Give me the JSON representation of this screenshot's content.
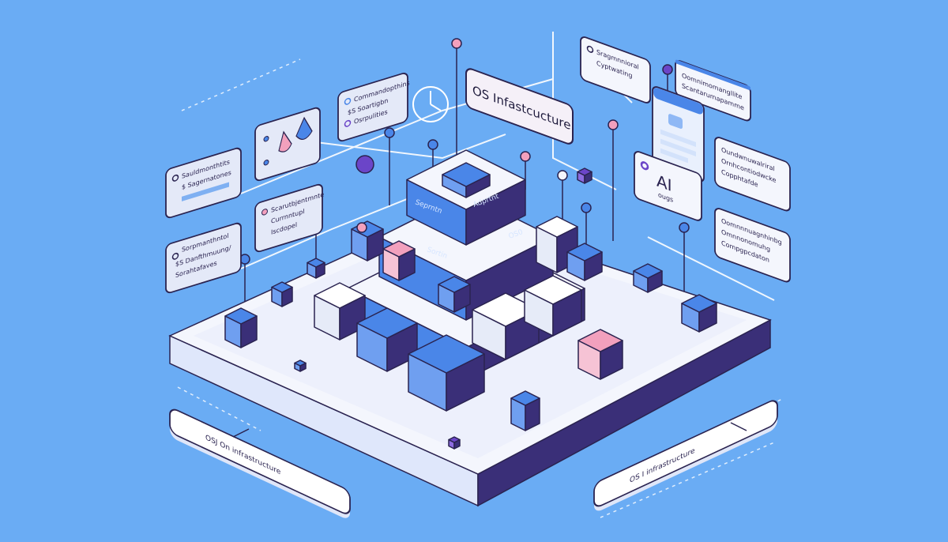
{
  "colors": {
    "background": "#6aacf4",
    "primary_blue": "#4a86e8",
    "pink": "#f2a0bd",
    "purple": "#6b45c8",
    "outline": "#2a2350",
    "platform": "#f4f6fd"
  },
  "title_banner": "OS Infastcucture",
  "central_block": {
    "top_left_label": "Seprntn",
    "top_right_label": "Adprtnt",
    "middle_label": "Sortin",
    "middle_right_label": "OS0"
  },
  "left_cards": [
    {
      "lines": [
        "Sauldmonthtits",
        "$ Sagernatones"
      ]
    },
    {
      "lines": [
        "Sorpmanthntol",
        "$S Danfthmuung/",
        "Sorahtafaves"
      ]
    },
    {
      "icon": "drops-icon"
    },
    {
      "lines": [
        "Scarutbjentmnte",
        "Currnntupl",
        "Iscdopel"
      ]
    },
    {
      "lines": [
        "Commandopthins",
        "$S Soartigbn",
        "Osrpulities"
      ]
    }
  ],
  "right_cards": [
    {
      "lines": [
        "Sragmnnioral",
        "Cyptwating"
      ]
    },
    {
      "lines": [
        "Oomnimomangllite",
        "Scantarumapamme"
      ]
    },
    {
      "lines": [
        "Oundwnuwalriral",
        "Ornhcontiodwcke",
        "Copphtafde"
      ]
    },
    {
      "lines": [
        "Oomnnnuagnhinbg",
        "Omnnonomuhg",
        "Compgpcdaton"
      ]
    }
  ],
  "ai_card": {
    "title": "AI",
    "subtitle": "ougs"
  },
  "bottom_banners": {
    "left": "OSJ On infrastructure",
    "right": "OS I infrastructure"
  }
}
